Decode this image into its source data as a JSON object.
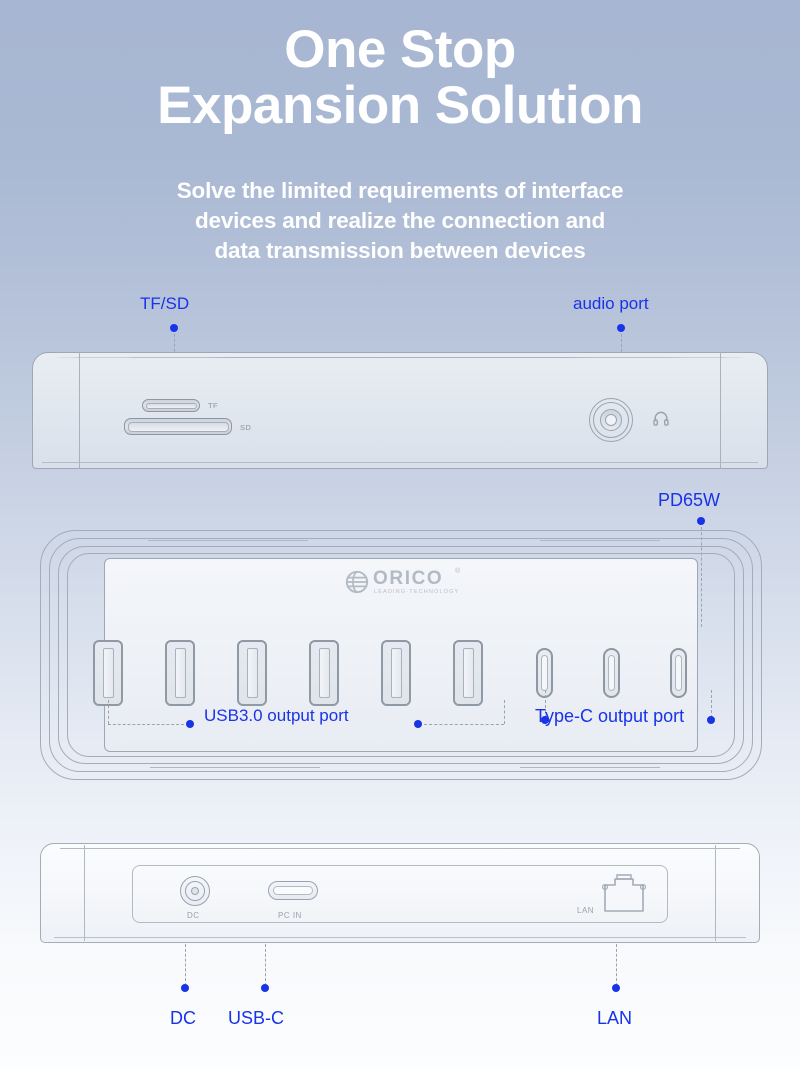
{
  "hero": {
    "title_line1": "One Stop",
    "title_line2": "Expansion Solution",
    "subtitle_line1": "Solve the limited requirements of interface",
    "subtitle_line2": "devices and realize the connection and",
    "subtitle_line3": "data transmission between devices",
    "title_color": "#ffffff",
    "background_top_color": "#a7b6d2",
    "background_bottom_color": "#fcfdfe"
  },
  "callouts": {
    "accent_color": "#1933e8",
    "tf_sd": "TF/SD",
    "audio_port": "audio port",
    "pd65w": "PD65W",
    "usb3_output": "USB3.0 output port",
    "typec_output": "Type-C output port",
    "dc": "DC",
    "usb_c": "USB-C",
    "lan": "LAN"
  },
  "top_device": {
    "slot_tf_label": "TF",
    "slot_sd_label": "SD",
    "audio_icon": "headphone-icon"
  },
  "hub": {
    "brand": "ORICO",
    "brand_registered": "®",
    "brand_tagline": "LEADING·TECHNOLOGY",
    "usb_a_count": 6,
    "type_c_count": 3
  },
  "bottom_device": {
    "dc_label": "DC",
    "pc_in_label": "PC IN",
    "lan_label": "LAN"
  }
}
